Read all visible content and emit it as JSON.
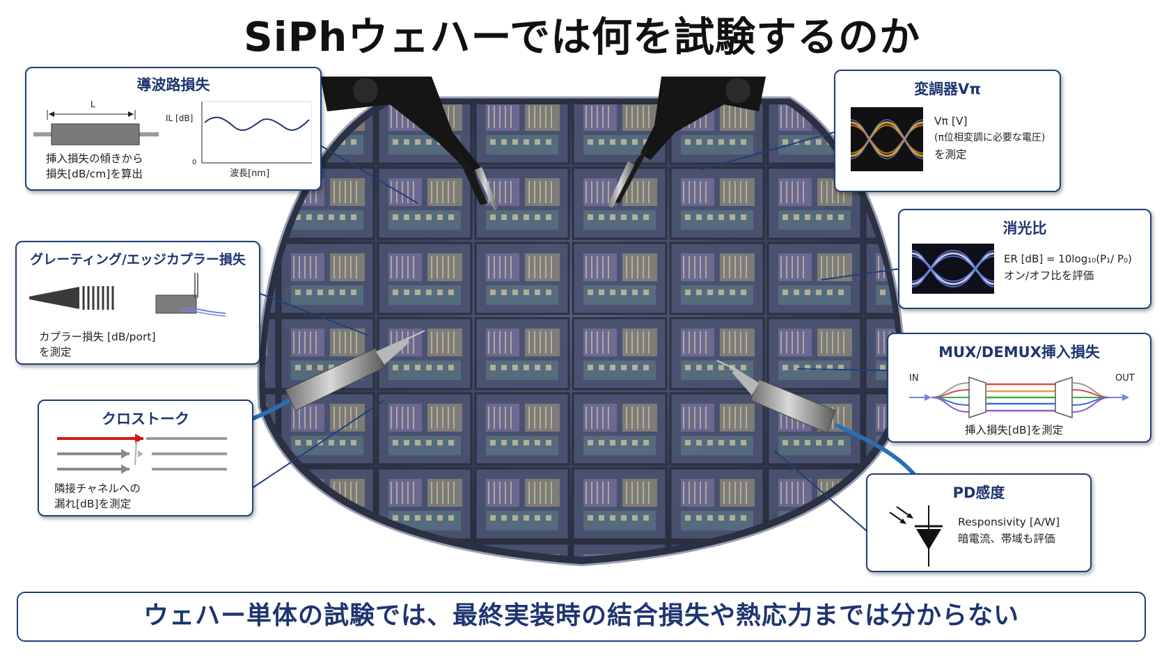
{
  "title": "SiPhウェハーでは何を試験するのか",
  "callouts": {
    "waveguide": {
      "heading": "導波路損失",
      "length_label": "L",
      "y_axis": "IL [dB]",
      "y_zero": "0",
      "x_axis": "波長[nm]",
      "line1": "挿入損失の傾きから",
      "line2": "損失[dB/cm]を算出"
    },
    "coupler": {
      "heading": "グレーティング/エッジカプラー損失",
      "line1": "カプラー損失 [dB/port]",
      "line2": "を測定"
    },
    "crosstalk": {
      "heading": "クロストーク",
      "line1": "隣接チャネルへの",
      "line2": "漏れ[dB]を測定"
    },
    "modulator": {
      "heading": "変調器Vπ",
      "line1": "Vπ [V]",
      "line2": "(π位相変調に必要な電圧)",
      "line3": "を測定"
    },
    "extinction": {
      "heading": "消光比",
      "formula": "ER [dB] = 10log₁₀(P₁/ P₀)",
      "line2": "オン/オフ比を評価"
    },
    "mux": {
      "heading": "MUX/DEMUX挿入損失",
      "in_label": "IN",
      "out_label": "OUT",
      "line1": "挿入損失[dB]を測定"
    },
    "pd": {
      "heading": "PD感度",
      "line1": "Responsivity [A/W]",
      "line2": "暗電流、帯域も評価"
    }
  },
  "footer": "ウェハー単体の試験では、最終実装時の結合損失や熱応力までは分からない",
  "colors": {
    "accent": "#1f3f77",
    "red_channel": "#d01818",
    "eye_yellow": "#e8b23a",
    "eye_blue": "#6f86e0"
  }
}
